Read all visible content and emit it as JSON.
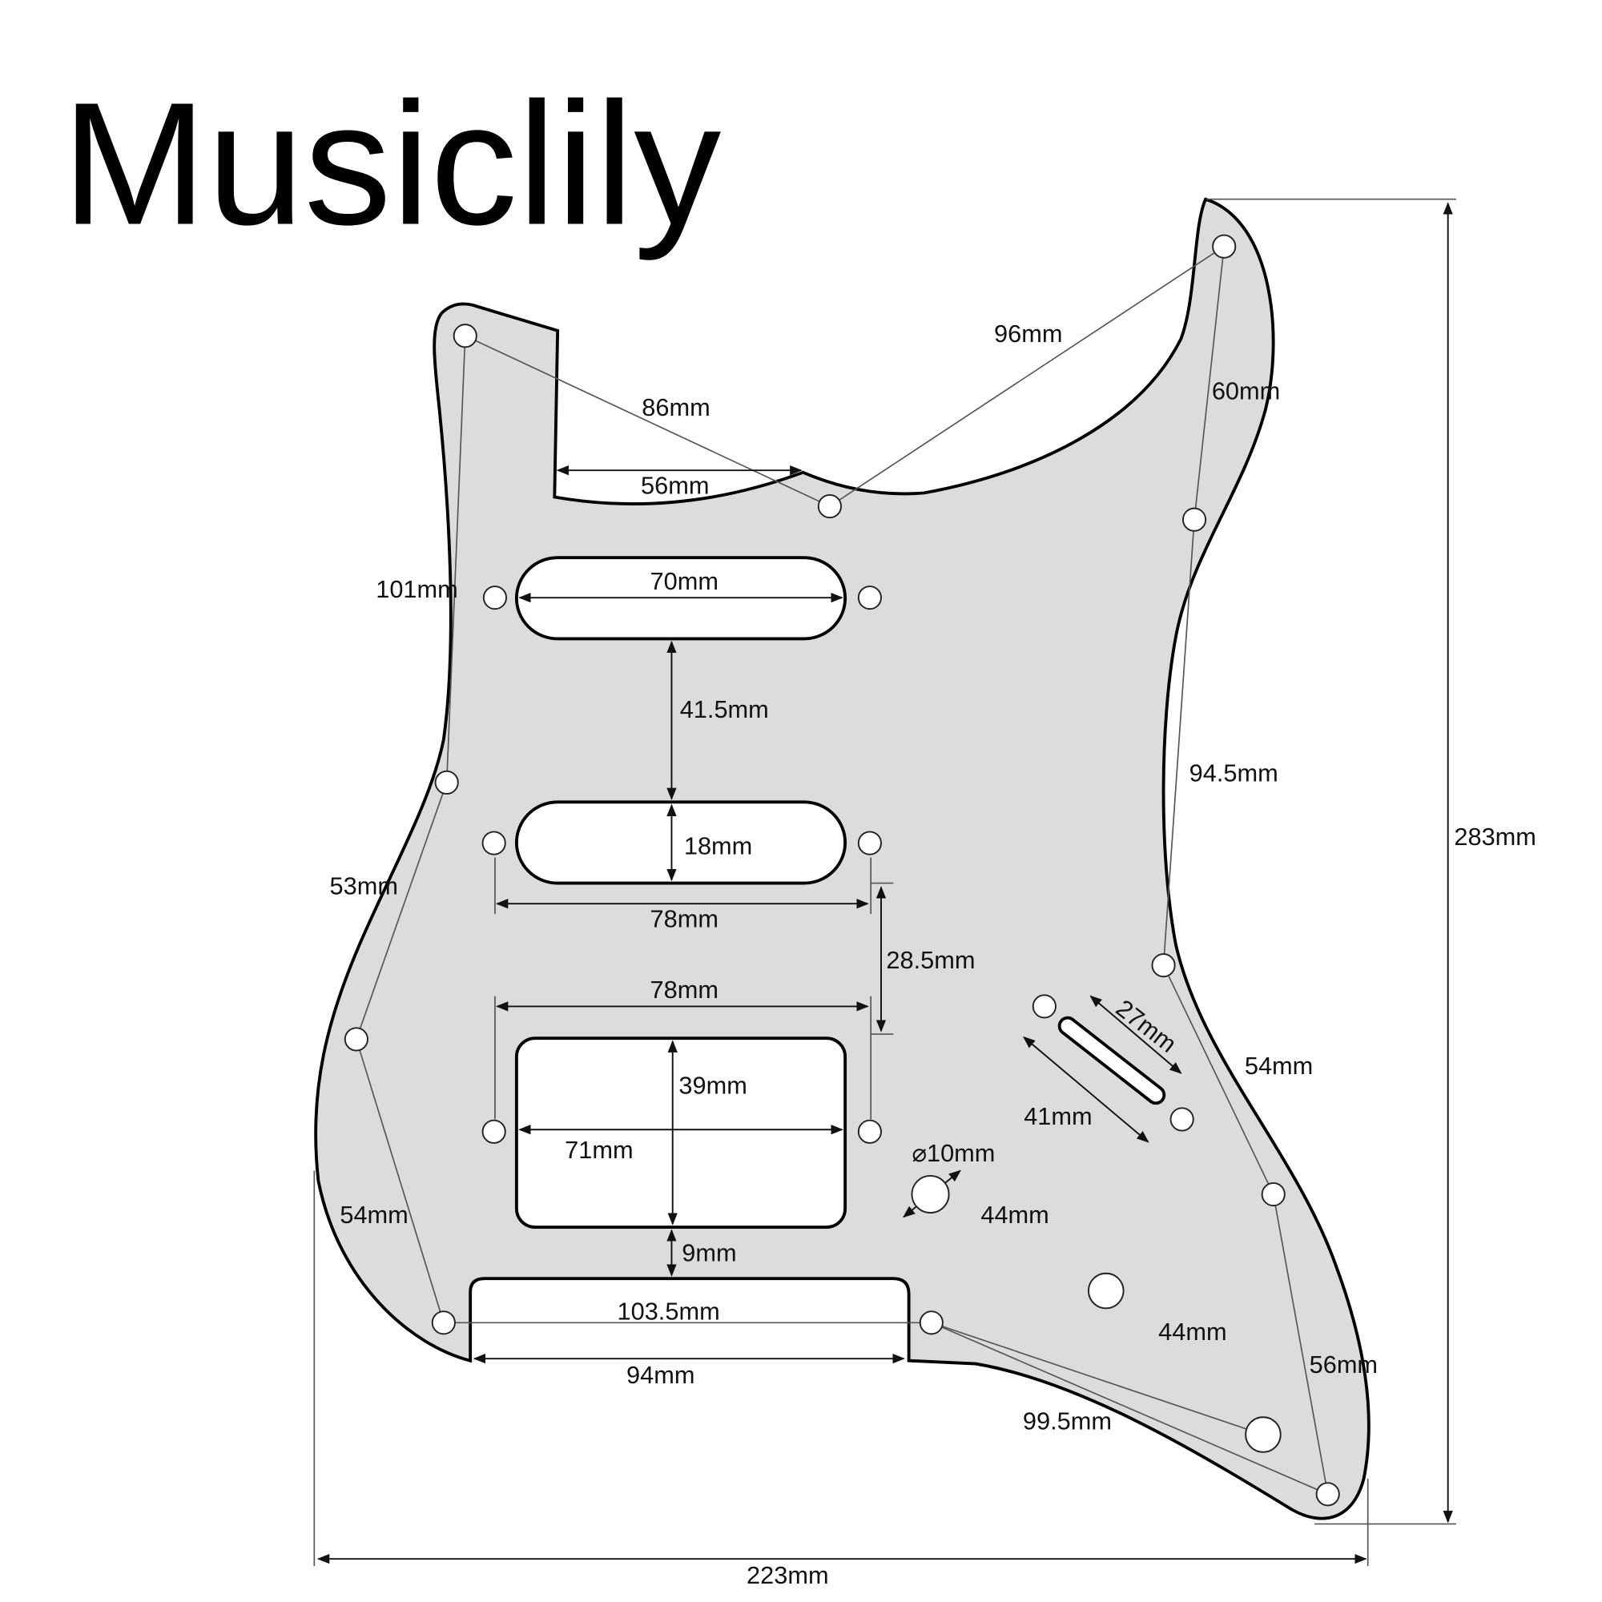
{
  "brand": "Musiclily",
  "colors": {
    "pickguard": "#dcdcdc",
    "outline": "#000000",
    "dimension_line": "#555555"
  },
  "dimensions": {
    "overall_width": "223mm",
    "overall_height": "283mm",
    "neck_pocket_width": "56mm",
    "top_left_to_center_screw": "86mm",
    "center_to_horn_screw": "96mm",
    "horn_to_right_screw": "60mm",
    "left_upper_span": "101mm",
    "neck_pickup_length": "70mm",
    "neck_to_middle_spacing": "41.5mm",
    "middle_pickup_width": "18mm",
    "middle_screw_spacing": "78mm",
    "middle_to_bridge_spacing": "28.5mm",
    "bridge_screw_spacing": "78mm",
    "humbucker_height": "39mm",
    "humbucker_width": "71mm",
    "right_long_span": "94.5mm",
    "left_mid_span": "53mm",
    "switch_slot_length": "27mm",
    "switch_screw_spacing": "41mm",
    "right_lower_span": "54mm",
    "pot_diameter": "⌀10mm",
    "pot_spacing_1": "44mm",
    "pot_spacing_2": "44mm",
    "left_lower_span": "54mm",
    "humbucker_to_cavity": "9mm",
    "bottom_screw_span": "103.5mm",
    "bottom_cavity_width": "94mm",
    "right_bottom_span": "56mm",
    "bottom_right_span": "99.5mm"
  }
}
